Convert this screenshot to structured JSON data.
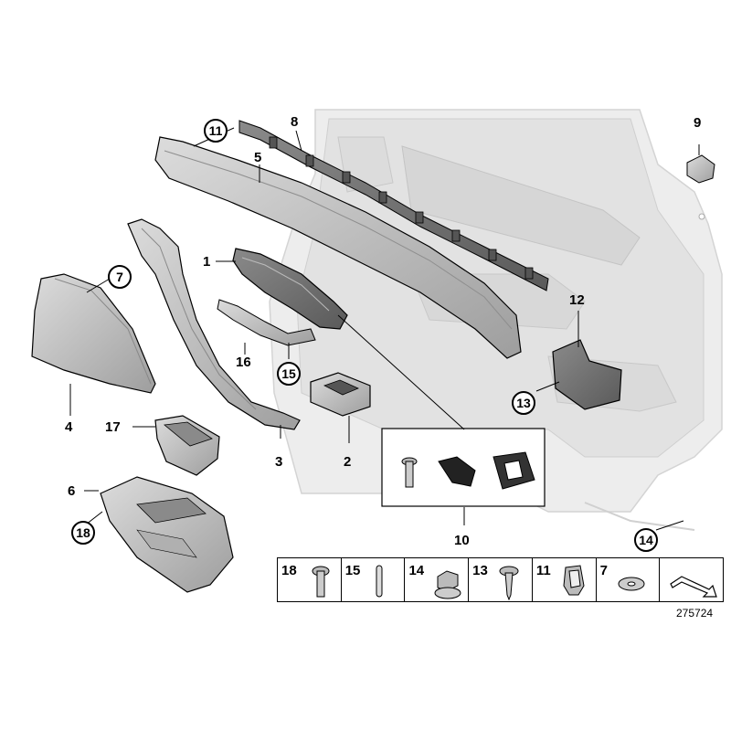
{
  "diagram": {
    "callouts": [
      {
        "id": "1",
        "label": "1",
        "circled": false
      },
      {
        "id": "2",
        "label": "2",
        "circled": false
      },
      {
        "id": "3",
        "label": "3",
        "circled": false
      },
      {
        "id": "4",
        "label": "4",
        "circled": false
      },
      {
        "id": "5",
        "label": "5",
        "circled": false
      },
      {
        "id": "6",
        "label": "6",
        "circled": false
      },
      {
        "id": "7",
        "label": "7",
        "circled": true
      },
      {
        "id": "8",
        "label": "8",
        "circled": false
      },
      {
        "id": "9",
        "label": "9",
        "circled": false
      },
      {
        "id": "10",
        "label": "10",
        "circled": false
      },
      {
        "id": "11",
        "label": "11",
        "circled": true
      },
      {
        "id": "12",
        "label": "12",
        "circled": false
      },
      {
        "id": "13",
        "label": "13",
        "circled": true
      },
      {
        "id": "14",
        "label": "14",
        "circled": true
      },
      {
        "id": "15",
        "label": "15",
        "circled": true
      },
      {
        "id": "16",
        "label": "16",
        "circled": false
      },
      {
        "id": "17",
        "label": "17",
        "circled": false
      },
      {
        "id": "18",
        "label": "18",
        "circled": true
      }
    ],
    "legend": [
      "18",
      "15",
      "14",
      "13",
      "11",
      "7"
    ],
    "reference_number": "275724",
    "colors": {
      "part_fill": "#c8c8c8",
      "part_dark": "#9a9a9a",
      "door_fill": "#ececec",
      "line": "#000000"
    }
  }
}
